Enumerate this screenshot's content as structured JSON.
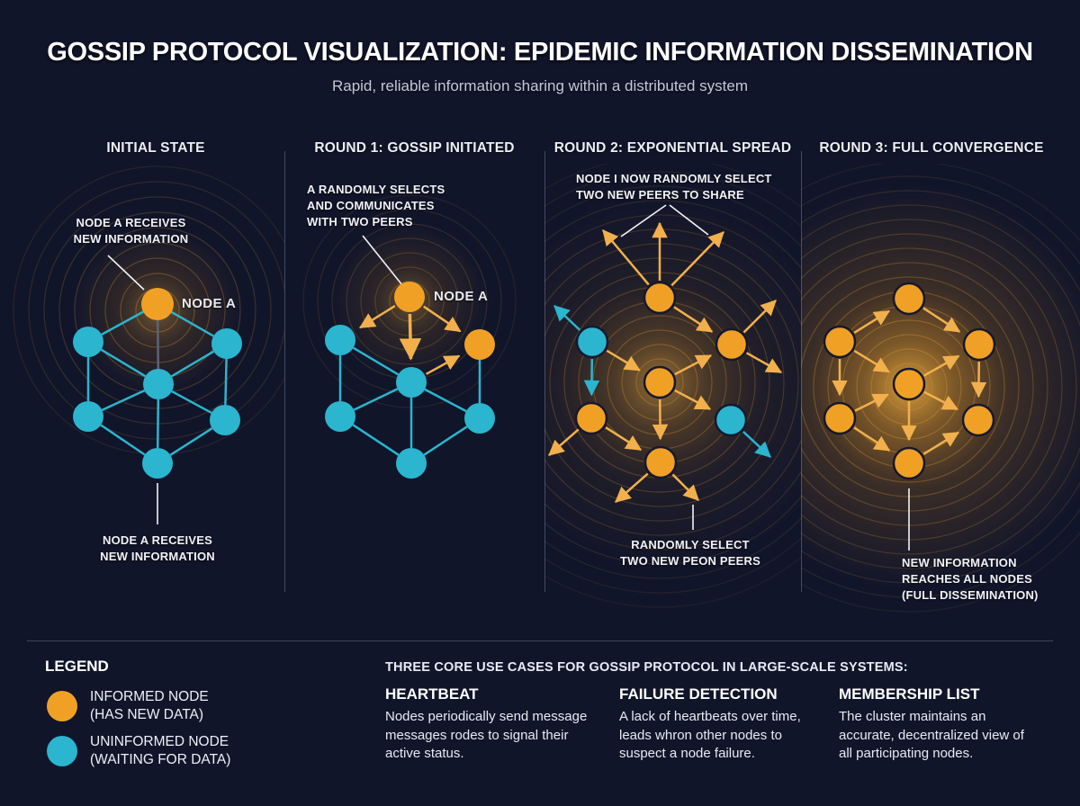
{
  "header": {
    "title": "GOSSIP PROTOCOL VISUALIZATION: EPIDEMIC INFORMATION DISSEMINATION",
    "subtitle": "Rapid, reliable information sharing within a distributed system"
  },
  "colors": {
    "informed": "#F0A125",
    "uninformed": "#2BB5CF",
    "background": "#11152A",
    "ring": "#C98A2E",
    "arrow_orange": "#F2B04C",
    "arrow_teal": "#2BB5CF"
  },
  "panels": [
    {
      "title": "INITIAL STATE",
      "node_label": "NODE A",
      "annotation_top": "NODE A RECEIVES\nNEW INFORMATION",
      "caption_bottom": "NODE A RECEIVES\nNEW INFORMATION",
      "nodes": [
        "informed",
        "uninformed",
        "uninformed",
        "uninformed",
        "uninformed",
        "uninformed",
        "uninformed"
      ]
    },
    {
      "title": "ROUND 1: GOSSIP INITIATED",
      "node_label": "NODE A",
      "annotation_top": "A RANDOMLY SELECTS\nAND COMMUNICATES\nWITH TWO PEERS",
      "nodes": [
        "informed",
        "uninformed",
        "informed",
        "uninformed",
        "uninformed",
        "uninformed",
        "uninformed"
      ]
    },
    {
      "title": "ROUND 2: EXPONENTIAL SPREAD",
      "annotation_top": "NODE I NOW RANDOMLY SELECT\nTWO NEW PEERS TO SHARE",
      "caption_bottom": "RANDOMLY SELECT\nTWO NEW PEON PEERS",
      "nodes": [
        "informed",
        "uninformed",
        "informed",
        "informed",
        "informed",
        "uninformed",
        "informed"
      ]
    },
    {
      "title": "ROUND 3: FULL CONVERGENCE",
      "caption_bottom": "NEW INFORMATION\nREACHES ALL NODES\n(FULL DISSEMINATION)",
      "nodes": [
        "informed",
        "informed",
        "informed",
        "informed",
        "informed",
        "informed",
        "informed"
      ]
    }
  ],
  "legend": {
    "title": "LEGEND",
    "items": [
      {
        "state": "informed",
        "label": "INFORMED NODE\n(HAS NEW DATA)"
      },
      {
        "state": "uninformed",
        "label": "UNINFORMED NODE\n(WAITING FOR DATA)"
      }
    ]
  },
  "use_cases": {
    "heading": "THREE CORE USE CASES FOR GOSSIP PROTOCOL IN LARGE-SCALE SYSTEMS:",
    "items": [
      {
        "title": "HEARTBEAT",
        "body": "Nodes periodically send message\nmessages rodes to signal their\nactive status."
      },
      {
        "title": "FAILURE DETECTION",
        "body": "A lack of heartbeats over time,\nleads whron other nodes to\nsuspect a node failure."
      },
      {
        "title": "MEMBERSHIP LIST",
        "body": "The cluster maintains an\naccurate, decentralized view of\nall participating nodes."
      }
    ]
  }
}
